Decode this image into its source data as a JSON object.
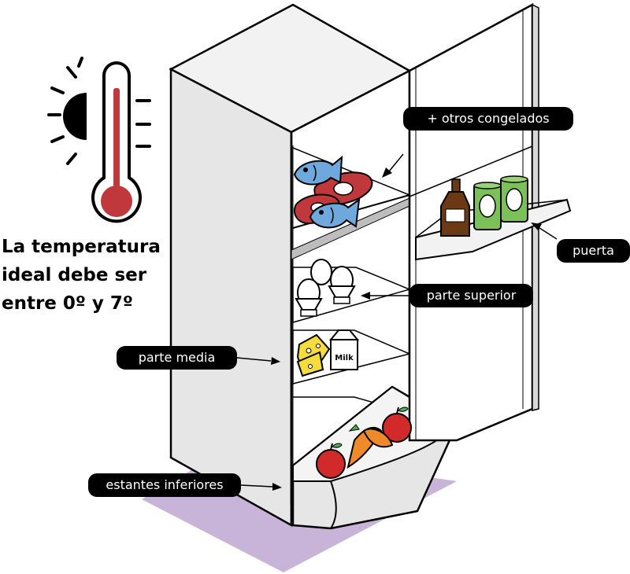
{
  "temperature_note": {
    "line1": "La temperatura",
    "line2": "ideal debe ser",
    "line3": "entre 0º y 7º"
  },
  "labels": {
    "congelados": "+ otros congelados",
    "puerta": "puerta",
    "superior": "parte superior",
    "media": "parte media",
    "inferiores": "estantes inferiores"
  },
  "milk_label": "Milk",
  "colors": {
    "shadow": "#c8b4d8",
    "fridge_side": "#e6e6e6",
    "fish": "#6ea8dc",
    "meat": "#c0383c",
    "thermometer": "#c0383c",
    "cheese": "#f5dc3c",
    "apple": "#d22a2a",
    "carrot": "#ee8a2c",
    "can": "#7cc05a",
    "bottle": "#6b3a14"
  }
}
